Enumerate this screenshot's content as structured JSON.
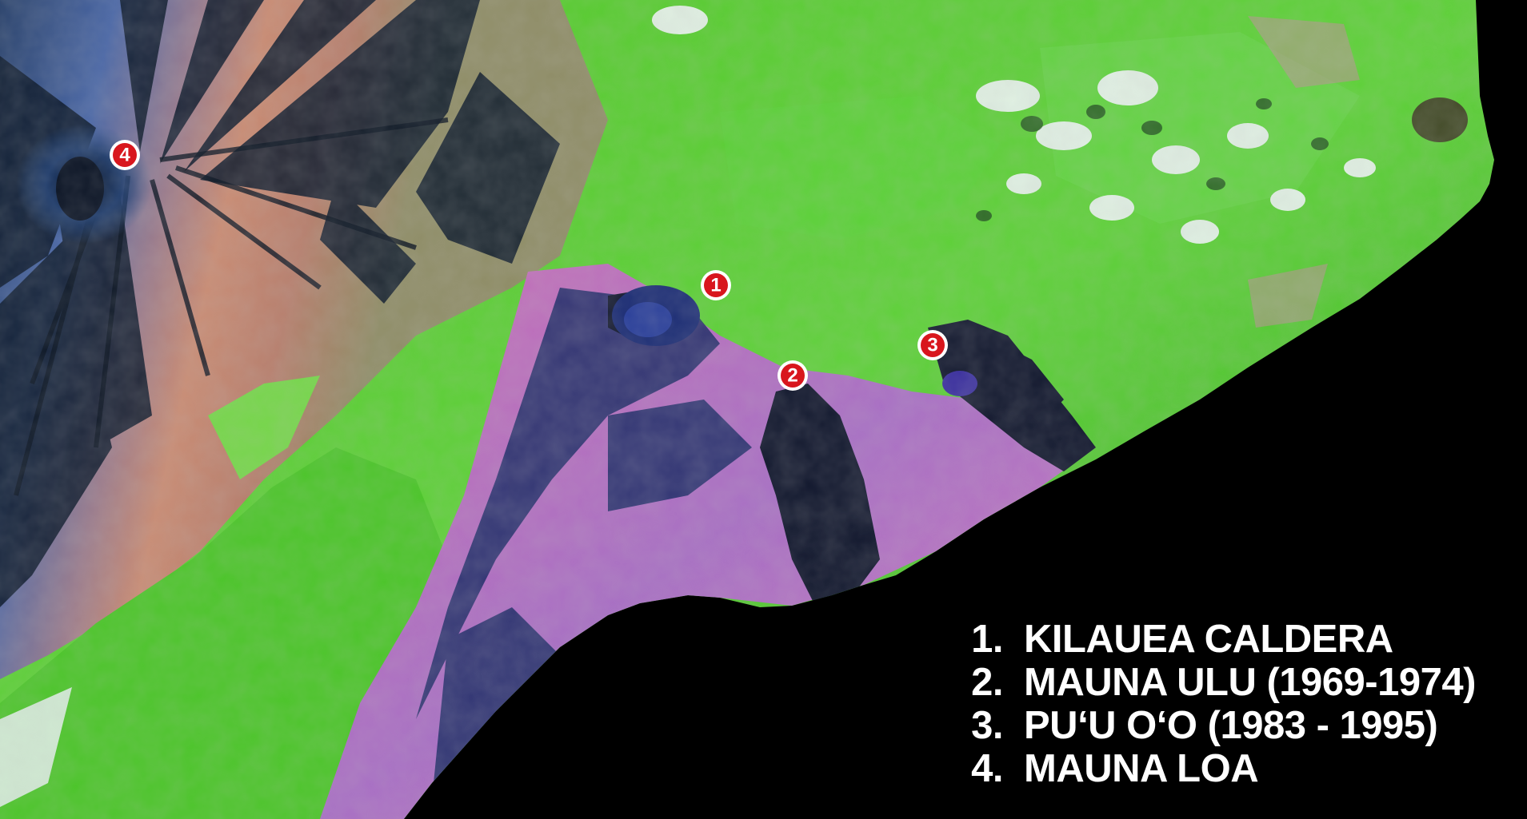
{
  "map": {
    "markers": [
      {
        "id": "1",
        "label": "1"
      },
      {
        "id": "2",
        "label": "2"
      },
      {
        "id": "3",
        "label": "3"
      },
      {
        "id": "4",
        "label": "4"
      }
    ],
    "legend": [
      {
        "number": "1.",
        "text": "KILAUEA CALDERA"
      },
      {
        "number": "2.",
        "text": "MAUNA ULU (1969-1974)"
      },
      {
        "number": "3.",
        "text": "PU‘U O‘O (1983 - 1995)"
      },
      {
        "number": "4.",
        "text": "MAUNA LOA"
      }
    ],
    "colors": {
      "ocean": "#000000",
      "vegetation": "#4fd12a",
      "lava_flow": "#1a1f3c",
      "marker_fill": "#d8161d",
      "marker_text": "#ffffff",
      "legend_text": "#ffffff"
    }
  }
}
